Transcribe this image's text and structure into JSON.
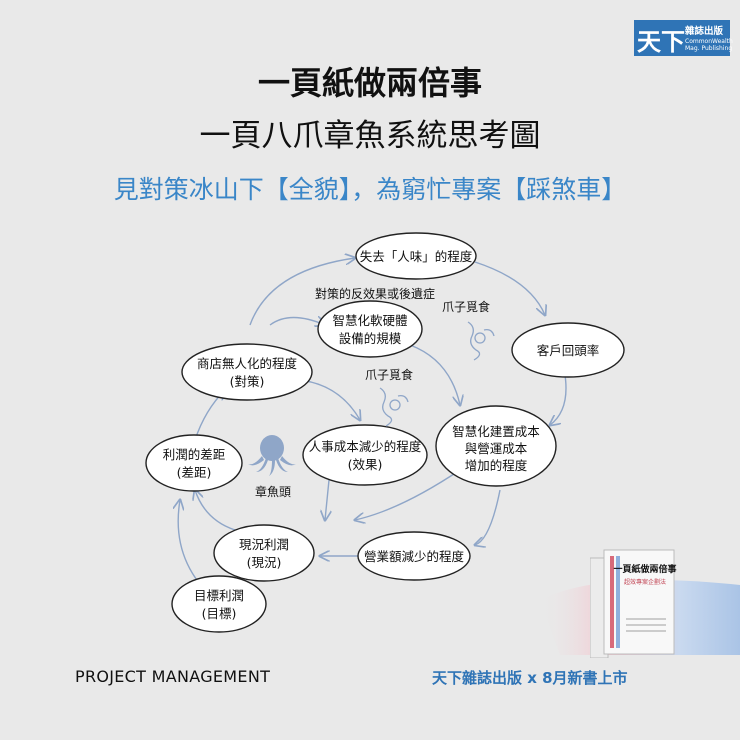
{
  "brand": {
    "logo_text": "天下",
    "logo_small": "雜誌出版",
    "logo_tiny": "CommonWealth\nMag. Publishing"
  },
  "title": "一頁紙做兩倍事",
  "title_line2": "一頁八爪章魚系統思考圖",
  "subtitle": "見對策冰山下【全貌】，為窮忙專案【踩煞車】",
  "diagram": {
    "nodes": [
      {
        "id": "n1",
        "lines": [
          "失去「人味」的程度"
        ]
      },
      {
        "id": "n2",
        "lines": [
          "客戶回頭率"
        ]
      },
      {
        "id": "n3",
        "lines": [
          "智慧化軟硬體",
          "設備的規模"
        ]
      },
      {
        "id": "n4",
        "lines": [
          "商店無人化的程度",
          "(對策)"
        ]
      },
      {
        "id": "n5",
        "lines": [
          "智慧化建置成本",
          "與營運成本",
          "增加的程度"
        ]
      },
      {
        "id": "n6",
        "lines": [
          "人事成本減少的程度",
          "(效果)"
        ]
      },
      {
        "id": "n7",
        "lines": [
          "利潤的差距",
          "(差距)"
        ]
      },
      {
        "id": "n8",
        "lines": [
          "現況利潤",
          "(現況)"
        ]
      },
      {
        "id": "n9",
        "lines": [
          "營業額減少的程度"
        ]
      },
      {
        "id": "n10",
        "lines": [
          "目標利潤",
          "(目標)"
        ]
      }
    ],
    "labels": {
      "side_effect": "對策的反效果或後遺症",
      "claw1": "爪子覓食",
      "claw2": "爪子覓食",
      "octopus": "章魚頭"
    }
  },
  "book": {
    "title": "一頁紙做兩倍事",
    "subtitle": "超效專案企劃法"
  },
  "footer": {
    "left": "PROJECT MANAGEMENT",
    "right": "天下雜誌出版  x 8月新書上市"
  },
  "colors": {
    "accent_blue": "#3a86c8",
    "brand_blue": "#2f74b6",
    "arrow": "#8fa6c8",
    "background": "#e9e9e9"
  }
}
